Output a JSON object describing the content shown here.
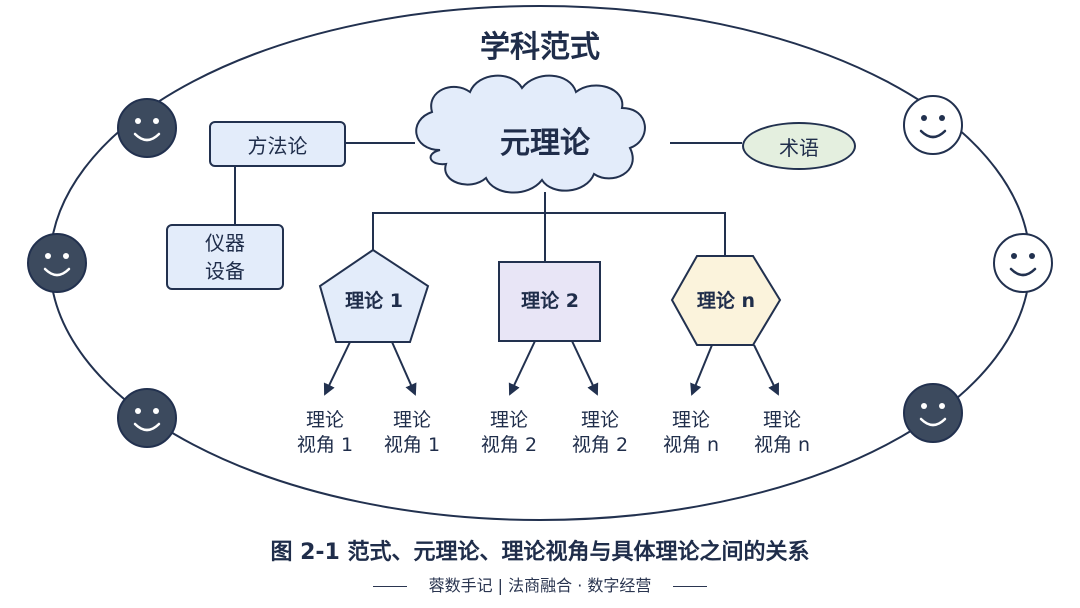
{
  "frame_title": "学科范式",
  "meta_theory": "元理论",
  "methodology": "方法论",
  "instruments": [
    "仪器",
    "设备"
  ],
  "terminology": "术语",
  "theories": [
    {
      "label": "理论 1",
      "shape": "pentagon",
      "fill": "#e3ecfa",
      "perspectives": [
        [
          "理论",
          "视角 1"
        ],
        [
          "理论",
          "视角 1"
        ]
      ]
    },
    {
      "label": "理论 2",
      "shape": "square",
      "fill": "#e8e5f6",
      "perspectives": [
        [
          "理论",
          "视角 2"
        ],
        [
          "理论",
          "视角 2"
        ]
      ]
    },
    {
      "label": "理论 n",
      "shape": "hexagon",
      "fill": "#fbf3dc",
      "perspectives": [
        [
          "理论",
          "视角 n"
        ],
        [
          "理论",
          "视角 n"
        ]
      ]
    }
  ],
  "caption": "图 2-1  范式、元理论、理论视角与具体理论之间的关系",
  "footer": "蓉数手记 | 法商融合 · 数字经营",
  "faces": [
    {
      "style": "dark"
    },
    {
      "style": "dark"
    },
    {
      "style": "dark"
    },
    {
      "style": "light"
    },
    {
      "style": "light"
    },
    {
      "style": "dark"
    }
  ],
  "colors": {
    "line": "#22314f",
    "box_blue": "#e3ecfa",
    "box_green": "#e4efdf",
    "face_dark": "#3c4a5e"
  }
}
